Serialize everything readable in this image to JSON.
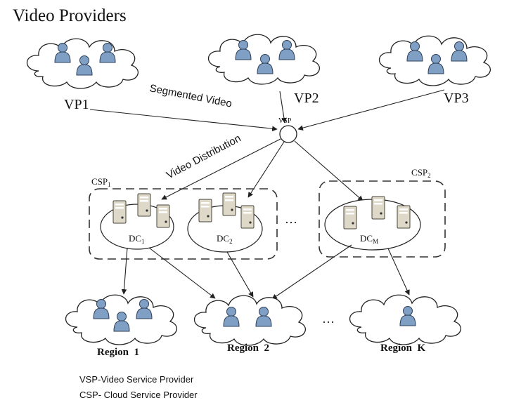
{
  "title": "Video Providers",
  "providers": [
    {
      "label": "VP1"
    },
    {
      "label": "VP2"
    },
    {
      "label": "VP3"
    }
  ],
  "vsp": {
    "label": "VSP"
  },
  "edge_labels": {
    "segmented": "Segmented Video",
    "distribution": "Video Distribution"
  },
  "csp": [
    {
      "label": "CSP",
      "sub": "1"
    },
    {
      "label": "CSP",
      "sub": "2"
    }
  ],
  "datacenters": [
    {
      "label": "DC",
      "sub": "1"
    },
    {
      "label": "DC",
      "sub": "2"
    },
    {
      "label": "DC",
      "sub": "M"
    }
  ],
  "regions": [
    {
      "label": "Region  1"
    },
    {
      "label": "Region  2"
    },
    {
      "label": "Region  K"
    }
  ],
  "ellipsis": "…",
  "legend": [
    "VSP-Video Service Provider",
    "CSP- Cloud Service Provider"
  ],
  "colors": {
    "user_fill": "#7f9fc4",
    "user_stroke": "#2d3f58",
    "server_fill": "#ded8c8",
    "server_stroke": "#4a4538"
  }
}
